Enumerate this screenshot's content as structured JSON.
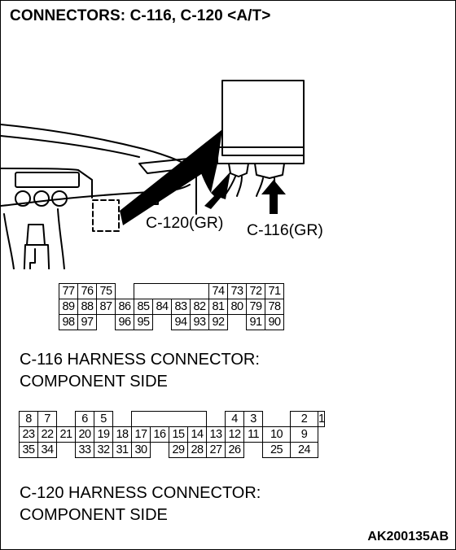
{
  "title": "CONNECTORS: C-116, C-120 <A/T>",
  "callouts": {
    "left": "C-120(GR)",
    "right": "C-116(GR)"
  },
  "connector_c116": {
    "rows": [
      [
        "77",
        "76",
        "75",
        "",
        "",
        "",
        "",
        "",
        "",
        "74",
        "73",
        "72",
        "71"
      ],
      [
        "89",
        "88",
        "87",
        "86",
        "85",
        "84",
        "83",
        "82",
        "81",
        "80",
        "79",
        "78"
      ],
      [
        "98",
        "97",
        "",
        "96",
        "95",
        "",
        "94",
        "93",
        "92",
        "",
        "91",
        "90"
      ]
    ],
    "caption_line1": "C-116 HARNESS CONNECTOR:",
    "caption_line2": "COMPONENT SIDE"
  },
  "connector_c120": {
    "rows": [
      [
        "8",
        "7",
        "",
        "6",
        "5",
        "",
        "",
        "",
        "",
        "4",
        "3",
        "",
        "2",
        "1"
      ],
      [
        "23",
        "22",
        "21",
        "20",
        "19",
        "18",
        "17",
        "16",
        "15",
        "14",
        "13",
        "12",
        "11",
        "10",
        "9"
      ],
      [
        "35",
        "34",
        "",
        "33",
        "32",
        "31",
        "30",
        "",
        "29",
        "28",
        "27",
        "26",
        "",
        "25",
        "24"
      ]
    ],
    "caption_line1": "C-120 HARNESS CONNECTOR:",
    "caption_line2": "COMPONENT SIDE"
  },
  "figure_code": "AK200135AB"
}
